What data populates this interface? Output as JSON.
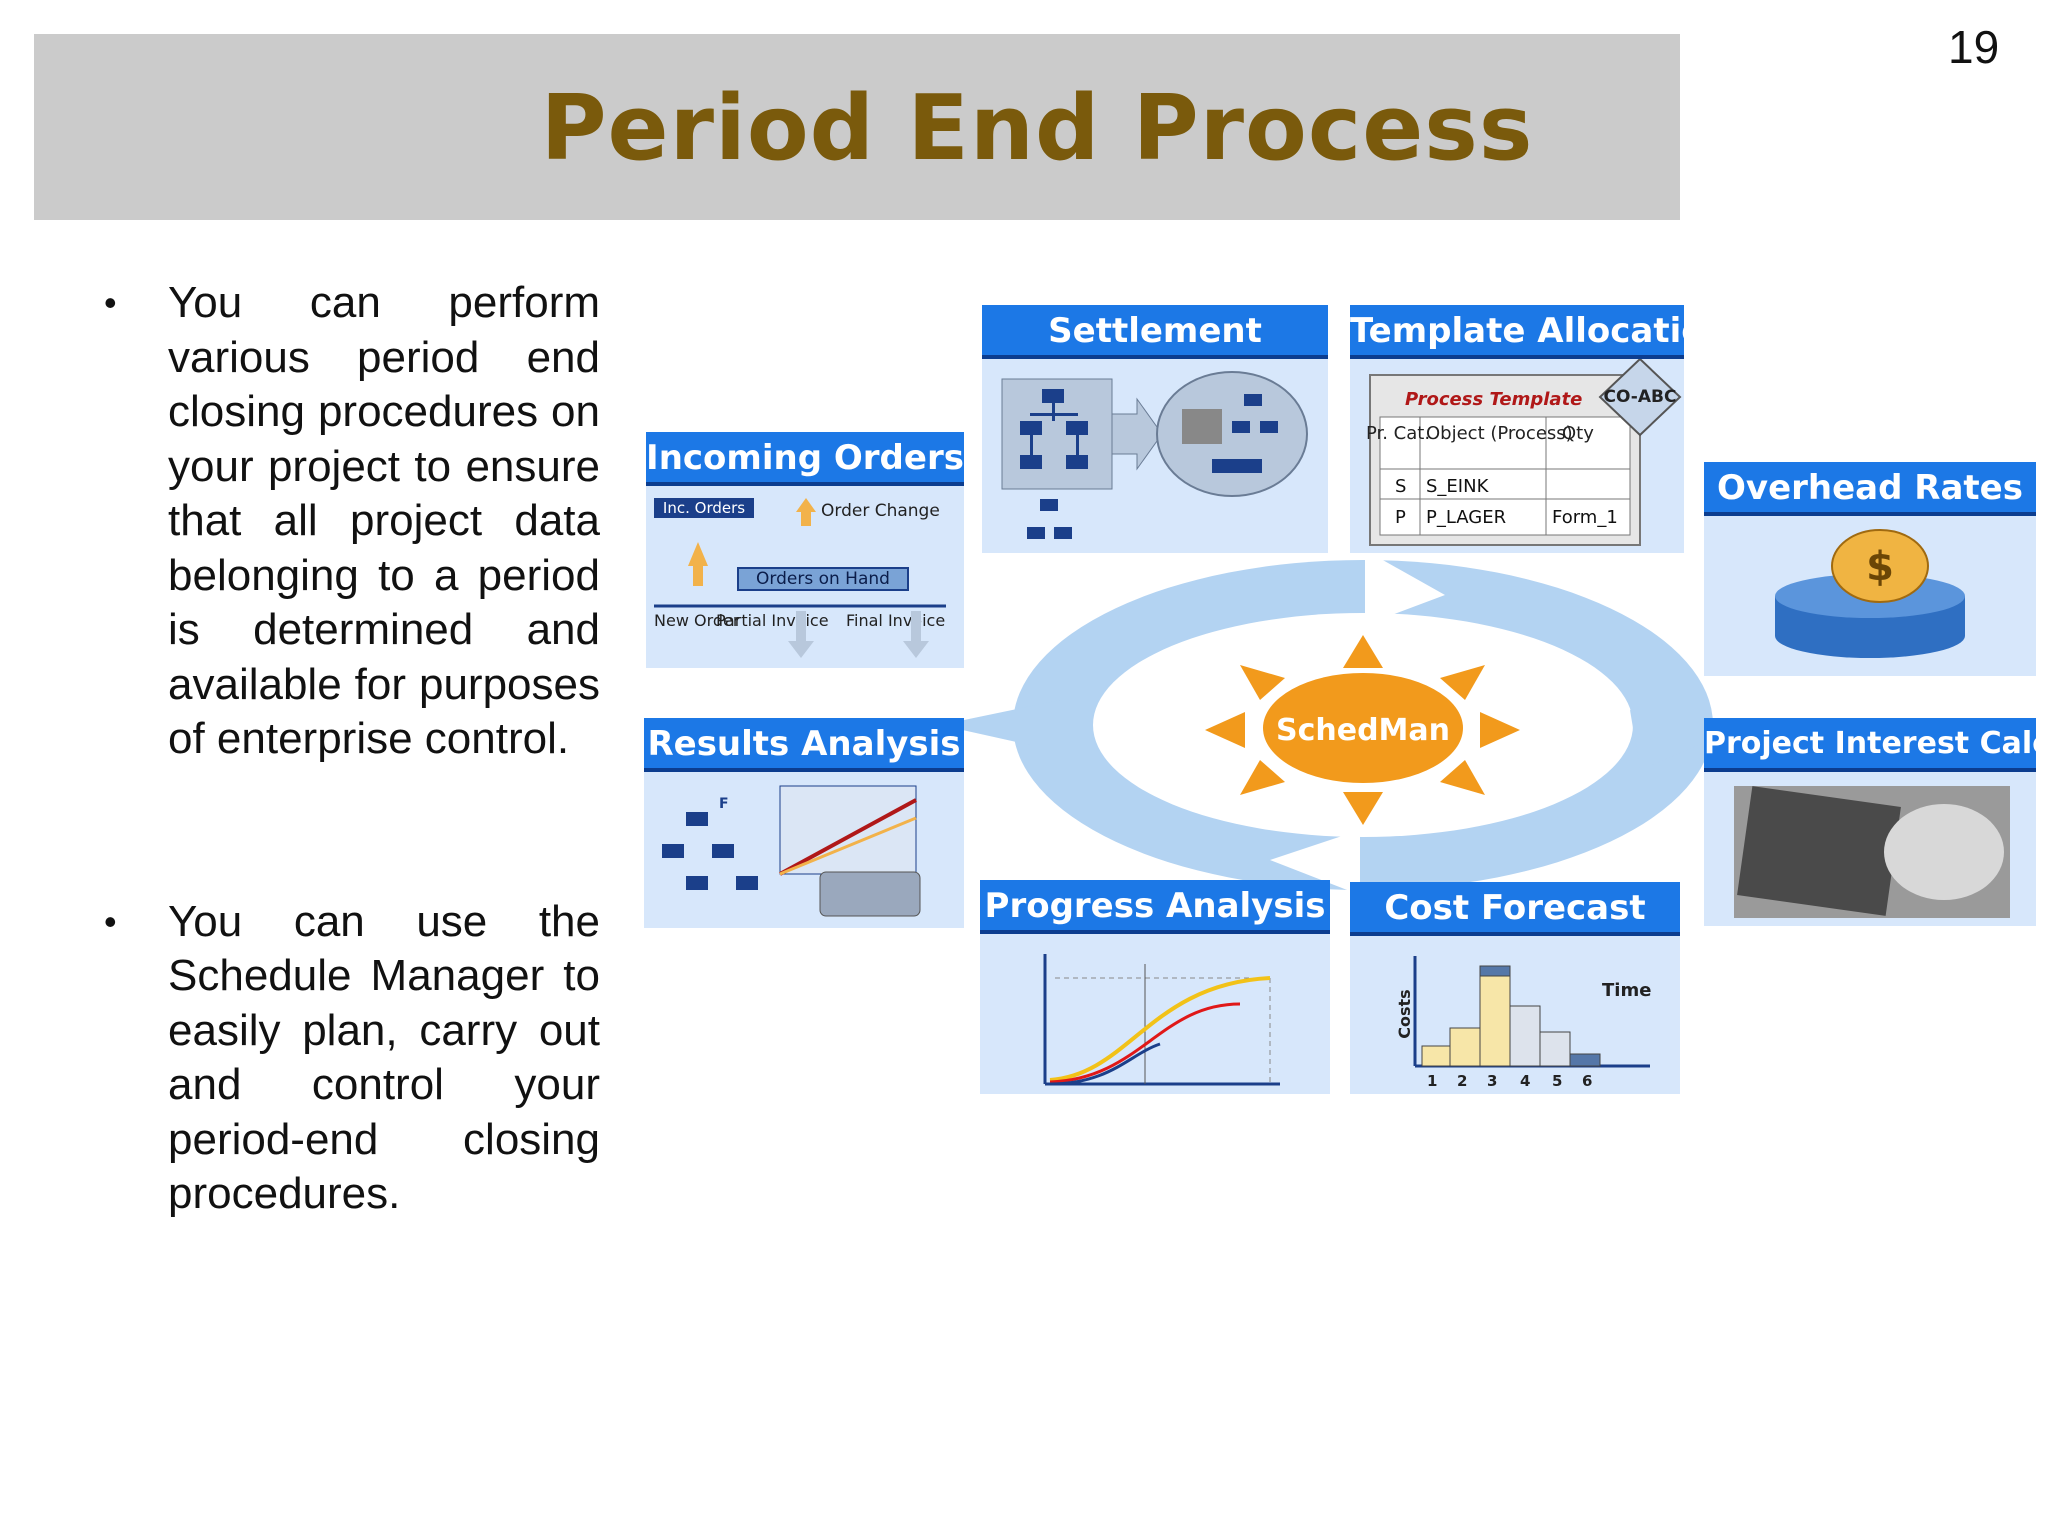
{
  "slide": {
    "title": "Period End Process",
    "number": "19"
  },
  "bullets": [
    "You can perform various period end closing procedures on your project to ensure that all project data belonging to a period is determined and available for purposes of enterprise control.",
    "You can use the Schedule Manager to easily plan, carry out and control your period-end closing procedures."
  ],
  "diagram": {
    "center_label": "SchedMan",
    "panels": {
      "settlement": {
        "title": "Settlement"
      },
      "template_allocation": {
        "title": "Template Allocation",
        "badge": "CO-ABC",
        "table_title": "Process Template",
        "headers": [
          "Pr. Cat.",
          "Object (Process)",
          "Qty"
        ],
        "rows": [
          [
            "S",
            "S_EINK",
            ""
          ],
          [
            "P",
            "P_LAGER",
            "Form_1"
          ]
        ]
      },
      "incoming_orders": {
        "title": "Incoming Orders",
        "labels": {
          "inc_orders": "Inc. Orders",
          "order_change": "Order Change",
          "orders_on_hand": "Orders on Hand",
          "new_order": "New Order",
          "partial_invoice": "Partial Invoice",
          "final_invoice": "Final Invoice"
        }
      },
      "overhead_rates": {
        "title": "Overhead Rates",
        "symbol": "$"
      },
      "results_analysis": {
        "title": "Results Analysis",
        "marker": "F"
      },
      "project_interest": {
        "title": "Project Interest Calc."
      },
      "progress_analysis": {
        "title": "Progress Analysis"
      },
      "cost_forecast": {
        "title": "Cost Forecast",
        "y_label": "Costs",
        "x_label": "Time",
        "ticks": [
          "1",
          "2",
          "3",
          "4",
          "5",
          "6"
        ]
      }
    }
  },
  "colors": {
    "title": "#7a5a0c",
    "title_bar": "#cbcbcb",
    "panel_header": "#1c78e6",
    "panel_body": "#d7e7fb",
    "cycle": "#a9cdf0",
    "sun": "#f29a1c"
  }
}
